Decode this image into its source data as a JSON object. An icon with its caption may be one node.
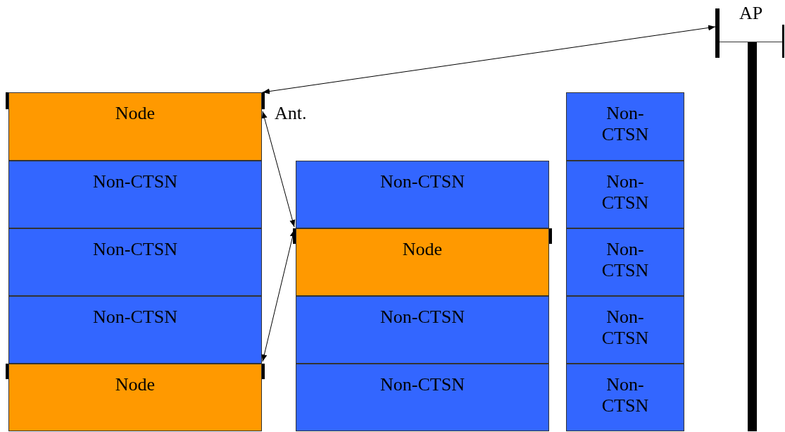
{
  "diagram": {
    "nodes": [
      {
        "text": [
          "Node"
        ]
      },
      {
        "text": [
          "Non-CTSN"
        ]
      },
      {
        "text": [
          "Non-CTSN"
        ]
      },
      {
        "text": [
          "Non-CTSN"
        ]
      },
      {
        "text": [
          "Node"
        ]
      },
      {
        "text": [
          "Non-CTSN"
        ]
      },
      {
        "text": [
          "Node"
        ]
      },
      {
        "text": [
          "Non-CTSN"
        ]
      },
      {
        "text": [
          "Non-CTSN"
        ]
      },
      {
        "text": [
          "Non-CTSN"
        ]
      },
      {
        "text": [
          "Non-CTSN"
        ]
      },
      {
        "text": [
          "Non-CTSN"
        ]
      },
      {
        "text": [
          "Non-CTSN"
        ]
      },
      {
        "text": [
          "Non-CTSN"
        ]
      },
      {
        "text": [
          "AP"
        ]
      }
    ],
    "edges": [
      {
        "from": 14,
        "to": 0,
        "arrow": "both"
      },
      {
        "from": 0,
        "to": 6,
        "arrow": "both"
      },
      {
        "from": 6,
        "to": 4,
        "arrow": "both"
      }
    ],
    "labels": [
      "Ant."
    ]
  }
}
